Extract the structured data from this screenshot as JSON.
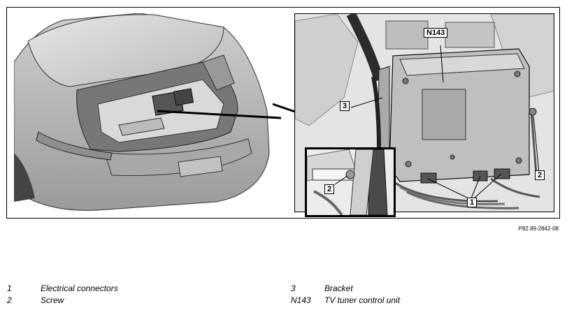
{
  "image_ref": "P82.89-2842-08",
  "callouts": {
    "c_n143": "N143",
    "c_3": "3",
    "c_2_right": "2",
    "c_2_inset": "2",
    "c_1": "1"
  },
  "legend": {
    "left": [
      {
        "num": "1",
        "text": "Electrical connectors"
      },
      {
        "num": "2",
        "text": "Screw"
      }
    ],
    "right": [
      {
        "num": "3",
        "text": "Bracket"
      },
      {
        "num": "N143",
        "text": "TV tuner control unit"
      }
    ]
  }
}
